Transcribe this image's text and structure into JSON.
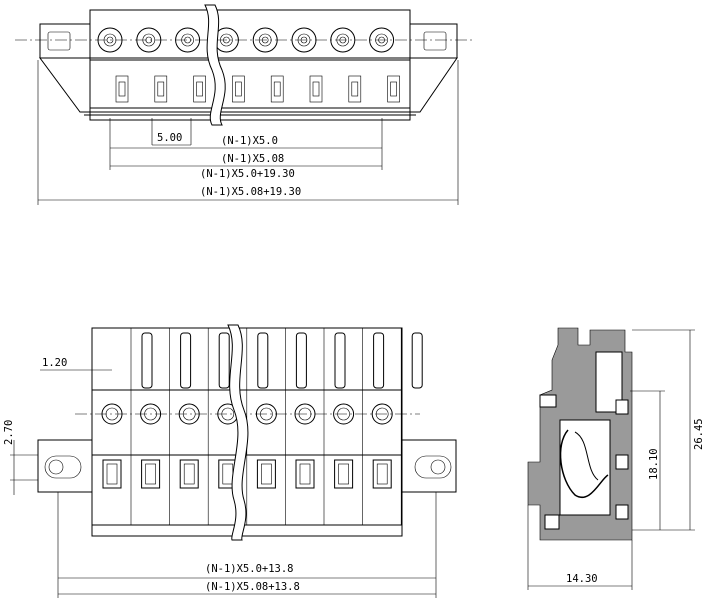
{
  "top_view": {
    "pitch_label": "5.00",
    "dim1": "(N-1)X5.0",
    "dim2": "(N-1)X5.08",
    "dim3": "(N-1)X5.0+19.30",
    "dim4": "(N-1)X5.08+19.30"
  },
  "front_view": {
    "dim_left_gap": "1.20",
    "dim_offset": "2.70",
    "dim_bottom1": "(N-1)X5.0+13.8",
    "dim_bottom2": "(N-1)X5.08+13.8"
  },
  "side_view": {
    "dim_width": "14.30",
    "dim_height_inner": "18.10",
    "dim_height_total": "26.45"
  }
}
